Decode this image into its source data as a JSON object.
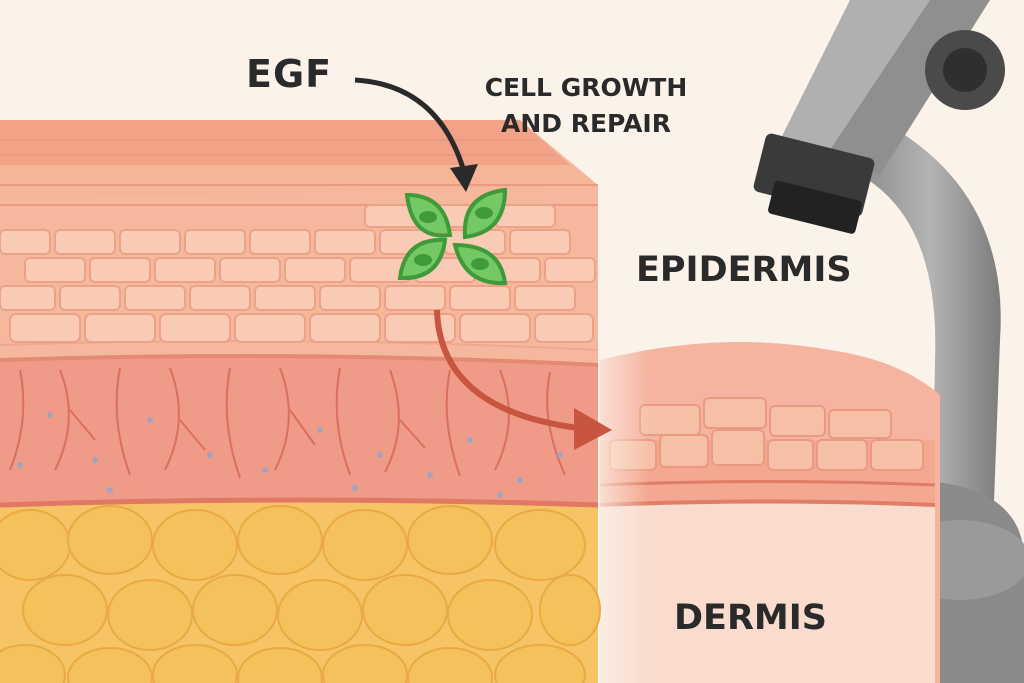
{
  "labels": {
    "egf": "EGF",
    "growth_line1": "CELL GROWTH",
    "growth_line2": "AND REPAIR",
    "epidermis": "EPIDERMIS",
    "dermis": "DERMIS"
  },
  "colors": {
    "background": "#fbf3ea",
    "epidermis": "#f3a88a",
    "dermis": "#ef9a86",
    "fat": "#f3c25c",
    "cells": "#6cc35a",
    "arrow_red": "#c8553f",
    "arrow_dark": "#2a2a2a",
    "microscope": "#9e9e9e"
  },
  "icons": [
    "egf-arrow",
    "repair-arrow",
    "green-cells",
    "microscope-icon"
  ]
}
